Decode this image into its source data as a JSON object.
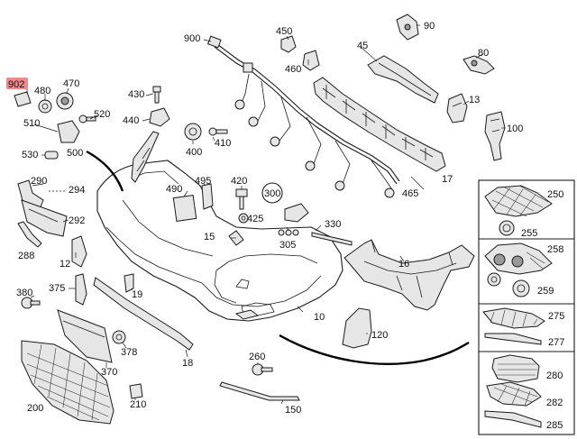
{
  "diagram": {
    "callouts": {
      "c902": "902",
      "c480": "480",
      "c470": "470",
      "c510": "510",
      "c520": "520",
      "c530": "530",
      "c500": "500",
      "c430": "430",
      "c440": "440",
      "c410": "410",
      "c400": "400",
      "c900": "900",
      "c450": "450",
      "c460": "460",
      "c90": "90",
      "c45": "45",
      "c80": "80",
      "c13": "13",
      "c100": "100",
      "c290": "290",
      "c294": "294",
      "c292": "292",
      "c288": "288",
      "c490": "490",
      "c495": "495",
      "c420": "420",
      "c425": "425",
      "c15": "15",
      "c300": "300",
      "c305": "305",
      "c330": "330",
      "c465": "465",
      "c17": "17",
      "c12": "12",
      "c16": "16",
      "c375": "375",
      "c380": "380",
      "c19": "19",
      "c10": "10",
      "c378": "378",
      "c120": "120",
      "c370": "370",
      "c18": "18",
      "c260": "260",
      "c200": "200",
      "c210": "210",
      "c150": "150",
      "c250": "250",
      "c255": "255",
      "c258": "258",
      "c259": "259",
      "c275": "275",
      "c277": "277",
      "c280": "280",
      "c282": "282",
      "c285": "285"
    },
    "highlight_color": "#f08a8a"
  }
}
